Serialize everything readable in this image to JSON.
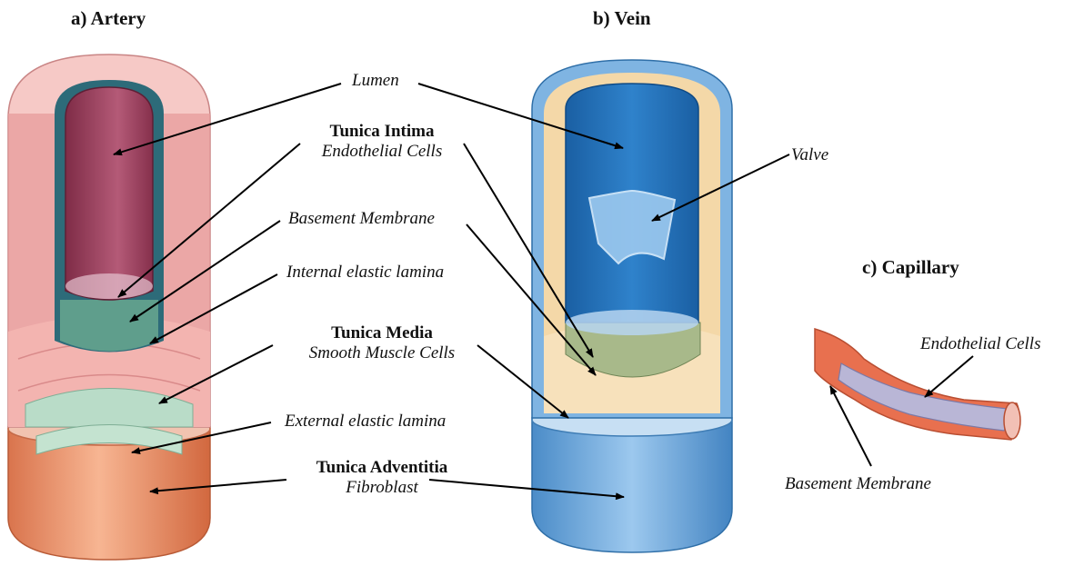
{
  "panels": {
    "artery": "a) Artery",
    "vein": "b) Vein",
    "capillary": "c) Capillary"
  },
  "labels": {
    "lumen": "Lumen",
    "tunica_intima": "Tunica Intima",
    "endothelial_cells": "Endothelial Cells",
    "basement_membrane": "Basement Membrane",
    "internal_elastic_lamina": "Internal elastic lamina",
    "tunica_media": "Tunica Media",
    "smooth_muscle_cells": "Smooth Muscle Cells",
    "external_elastic_lamina": "External elastic lamina",
    "tunica_adventitia": "Tunica Adventitia",
    "fibroblast": "Fibroblast",
    "valve": "Valve",
    "capillary_endothelial_cells": "Endothelial Cells",
    "capillary_basement_membrane": "Basement Membrane"
  },
  "colors": {
    "artery_adventitia": "#e8906a",
    "artery_media": "#f2b7b3",
    "artery_lumen": "#9c3f5c",
    "artery_elastic": "#2e6f7e",
    "vein_adventitia": "#6aa6d8",
    "vein_media": "#f4d8a8",
    "vein_lumen": "#1f6fb8",
    "intima_green": "#a8b98a",
    "capillary_wall": "#e8704f",
    "capillary_endothelium": "#b9b6d6"
  }
}
